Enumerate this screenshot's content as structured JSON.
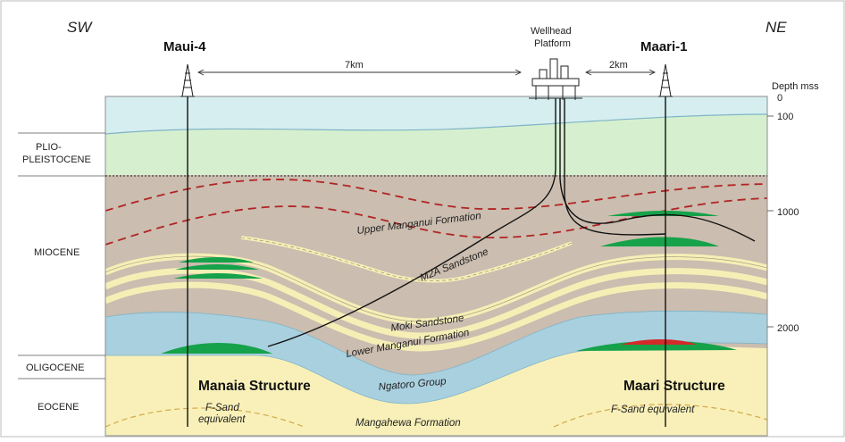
{
  "directions": {
    "left": "SW",
    "right": "NE"
  },
  "wells": {
    "maui4": "Maui-4",
    "maari1": "Maari-1",
    "platform_line1": "Wellhead",
    "platform_line2": "Platform"
  },
  "distances": {
    "maui_to_platform": "7km",
    "platform_to_maari": "2km"
  },
  "depth": {
    "title_line1": "Depth mss",
    "ticks": [
      "0",
      "100",
      "1000",
      "2000"
    ]
  },
  "ages": {
    "plio_line1": "PLIO-",
    "plio_line2": "PLEISTOCENE",
    "miocene": "MIOCENE",
    "oligocene": "OLIGOCENE",
    "eocene": "EOCENE"
  },
  "formations": {
    "upper_manganui": "Upper Manganui Formation",
    "m2a": "M2A Sandstone",
    "moki": "Moki Sandstone",
    "lower_manganui": "Lower Manganui Formation",
    "ngatoro": "Ngatoro Group",
    "mangahewa": "Mangahewa Formation",
    "fsand_left_line1": "F-Sand",
    "fsand_left_line2": "equivalent",
    "fsand_right": "F-Sand equivalent"
  },
  "structures": {
    "manaia": "Manaia Structure",
    "maari": "Maari Structure"
  },
  "colors": {
    "sea": "#d6eef0",
    "plio": "#d6f0cf",
    "mudstone": "#cbbdaf",
    "sand": "#f5efb6",
    "ngatoro": "#a9d0df",
    "eocene": "#f8f0b8",
    "oil": "#16a24a",
    "gas": "#d42a2a",
    "dash": "#b12424"
  }
}
